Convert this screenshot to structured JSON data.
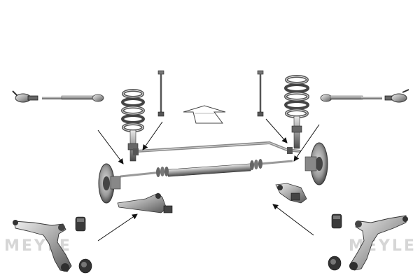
{
  "diagram": {
    "subject": "front-axle-suspension-kit",
    "watermark_left": "MEYLE",
    "watermark_right": "MEYLE"
  },
  "colors": {
    "part_dark": "#2f2f2f",
    "part_mid": "#7a7a7a",
    "part_light": "#c9c9c9",
    "highlight": "#efefef",
    "arrow": "#111111",
    "watermark": "#d6d6d6"
  },
  "icons": {
    "direction": "forward-outline-arrow"
  }
}
